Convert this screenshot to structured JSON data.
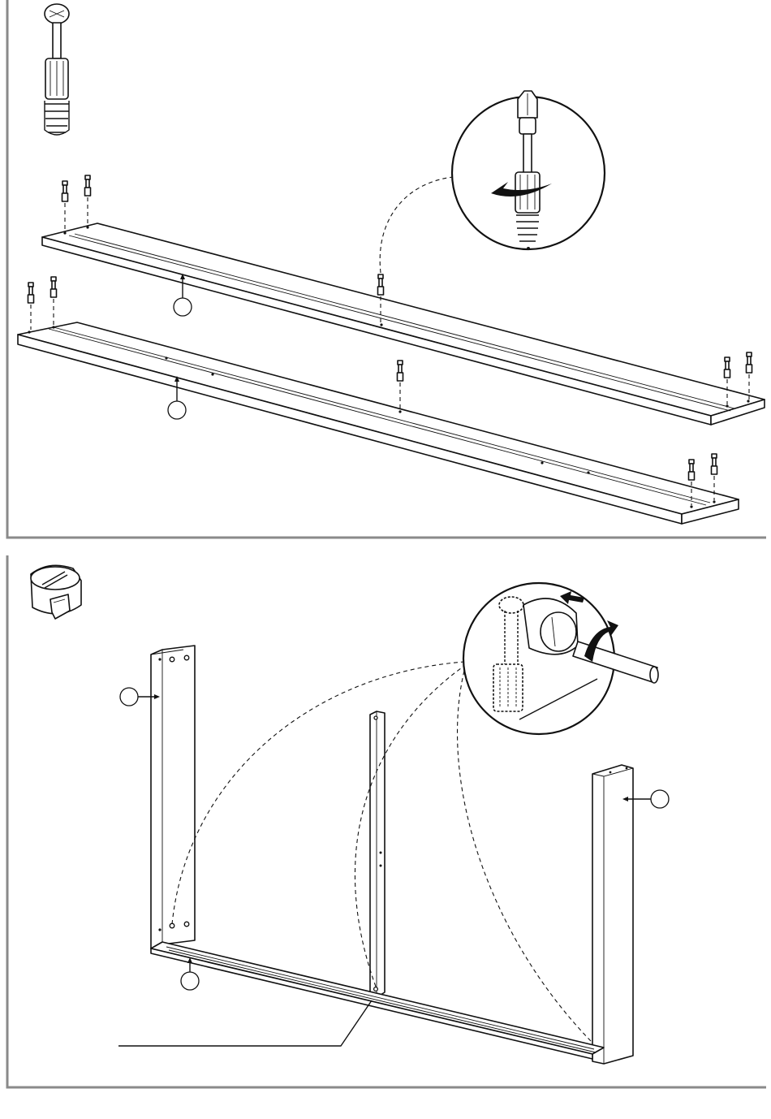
{
  "page": {
    "background": "#ffffff",
    "frame_color": "#8a8a8a"
  },
  "step1": {
    "hardware_icon": "cam-bolt-icon",
    "detail_icon": "screwdriver-tighten-detail-icon",
    "parts": [
      "rail-board-upper",
      "rail-board-lower"
    ]
  },
  "step2": {
    "hardware_icon": "cam-lock-icon",
    "detail_icon": "cam-lock-tighten-detail-icon",
    "parts": [
      "side-panel-left",
      "center-divider",
      "side-panel-right",
      "base-board"
    ]
  }
}
